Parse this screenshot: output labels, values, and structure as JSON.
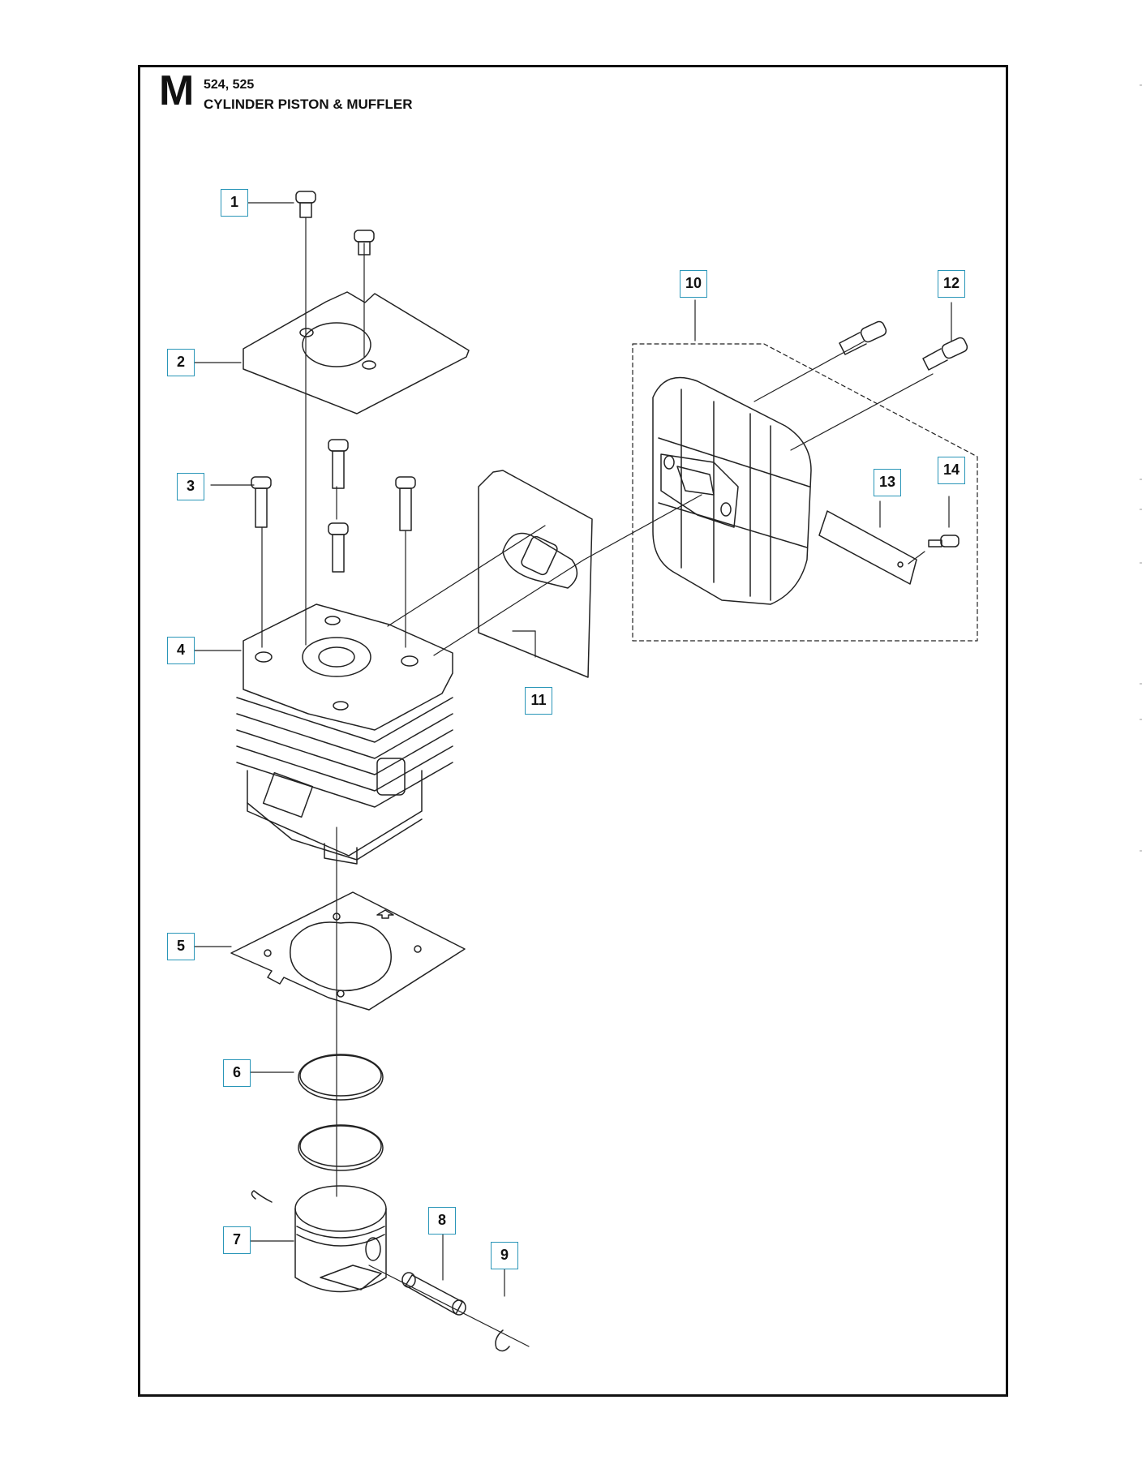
{
  "header": {
    "section_letter": "M",
    "models": "524, 525",
    "title": "CYLINDER PISTON & MUFFLER"
  },
  "callouts": [
    "1",
    "2",
    "3",
    "4",
    "5",
    "6",
    "7",
    "8",
    "9",
    "10",
    "11",
    "12",
    "13",
    "14"
  ],
  "colors": {
    "callout_border": "#2a96b8",
    "line": "#222222",
    "frame": "#111111"
  }
}
